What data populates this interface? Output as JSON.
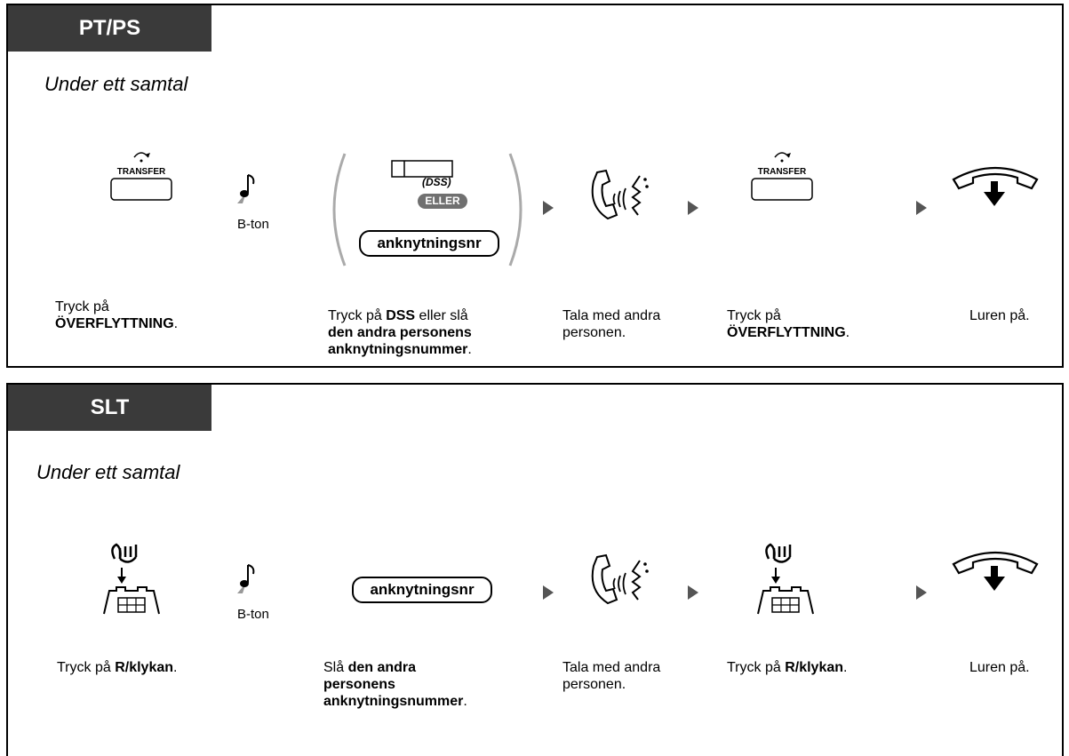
{
  "panel_pt": {
    "tab": "PT/PS",
    "subtitle": "Under ett samtal",
    "transfer_key_label": "TRANSFER",
    "transfer_key_label_2": "TRANSFER",
    "tone_label": "B-ton",
    "dss_label": "(DSS)",
    "eller_label": "ELLER",
    "ext_pill": "anknytningsnr",
    "captions": {
      "step1_pre": "Tryck på",
      "step1_bold": "ÖVERFLYTTNING",
      "step1_post": ".",
      "step2_a": "Tryck på ",
      "step2_b": "DSS",
      "step2_c": " eller slå",
      "step2_d": "den andra personens",
      "step2_e": "anknytningsnummer",
      "step2_f": ".",
      "step3_a": "Tala med andra",
      "step3_b": "personen.",
      "step4_pre": "Tryck på",
      "step4_bold": "ÖVERFLYTTNING",
      "step4_post": ".",
      "step5": "Luren på."
    }
  },
  "panel_slt": {
    "tab": "SLT",
    "subtitle": "Under ett samtal",
    "tone_label": "B-ton",
    "ext_pill": "anknytningsnr",
    "captions": {
      "step1_pre": "Tryck på ",
      "step1_bold": "R/klykan",
      "step1_post": ".",
      "step2_a": "Slå ",
      "step2_b": "den andra",
      "step2_c": "personens",
      "step2_d": "anknytningsnummer",
      "step2_e": ".",
      "step3_a": "Tala med andra",
      "step3_b": "personen.",
      "step4_pre": "Tryck på ",
      "step4_bold": "R/klykan",
      "step4_post": ".",
      "step5": "Luren på."
    }
  },
  "colors": {
    "tab_bg": "#3a3a3a",
    "arrow": "#555555",
    "eller_bg": "#707070"
  }
}
